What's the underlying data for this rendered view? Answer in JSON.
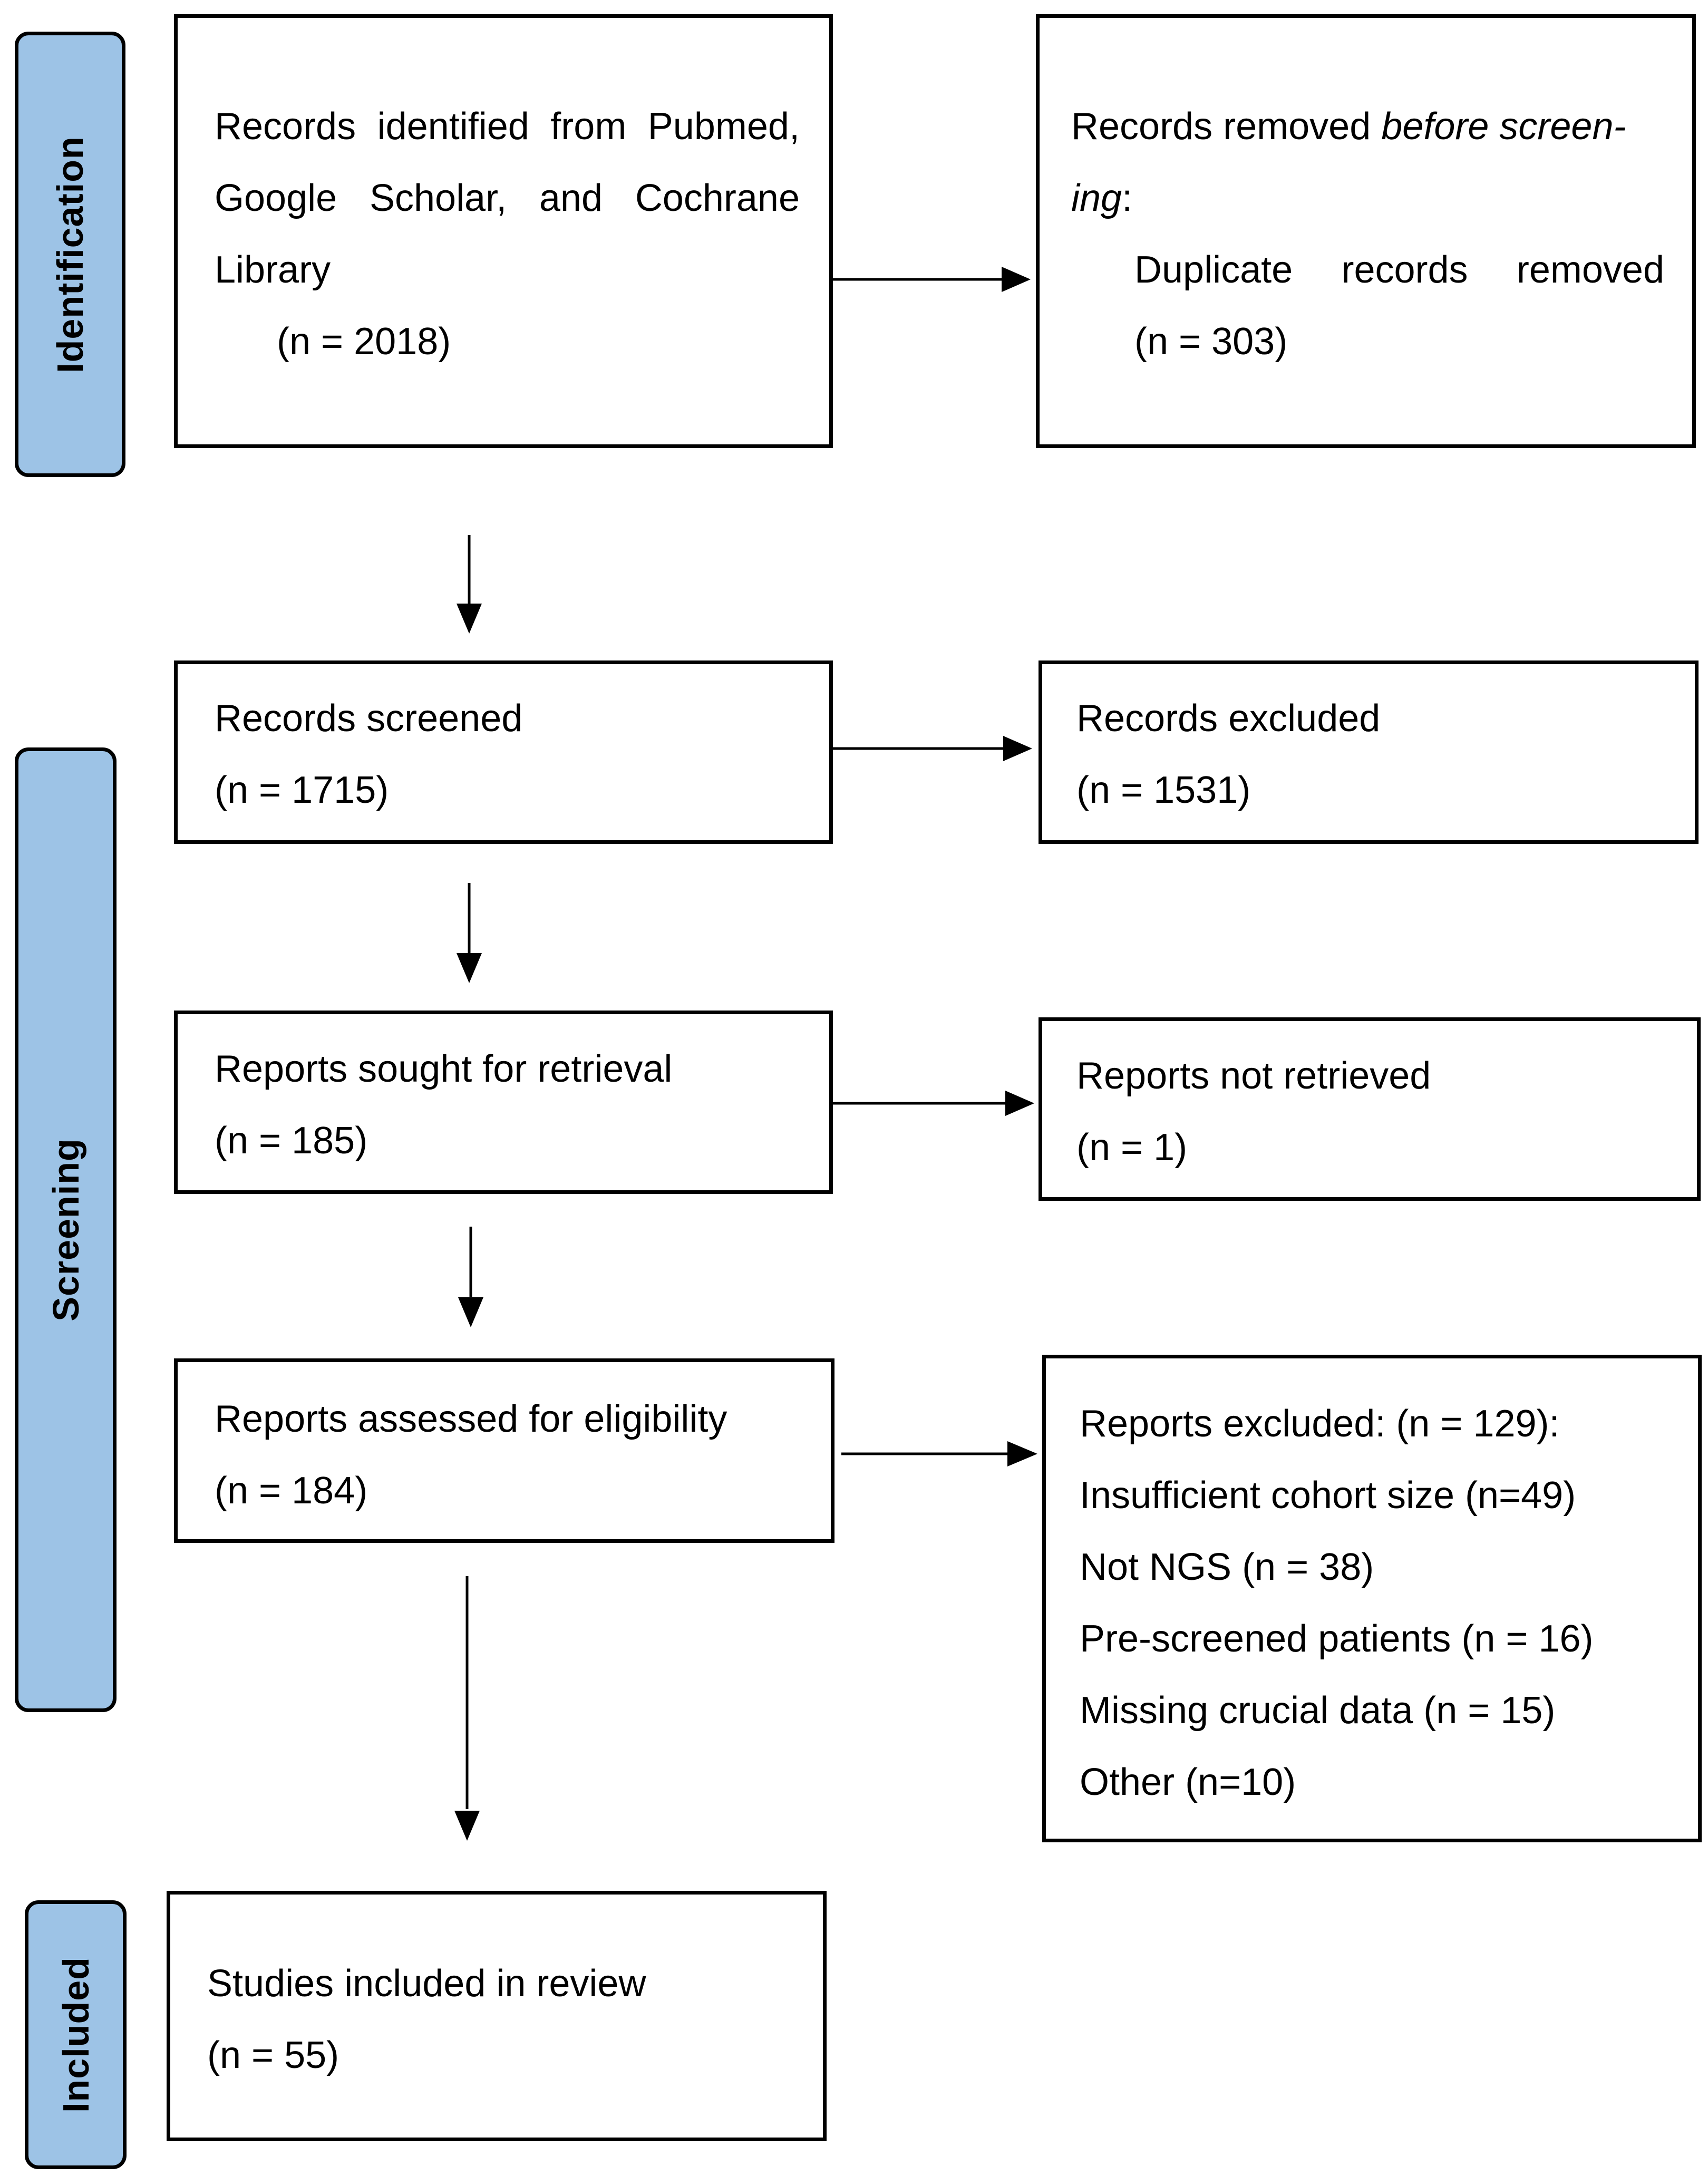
{
  "phases": {
    "identification": "Identification",
    "screening": "Screening",
    "included": "Included"
  },
  "boxes": {
    "records_identified": {
      "line1": [
        "Records",
        "identified",
        "from",
        "Pubmed,"
      ],
      "line2": [
        "Google",
        "Scholar,",
        "and",
        "Cochrane"
      ],
      "line3": "Library",
      "count": "(n = 2018)"
    },
    "records_removed": {
      "prefix": "Records removed ",
      "italic_a": "before screen-",
      "italic_b": "ing",
      "colon": ":",
      "detail_words": [
        "Duplicate",
        "records",
        "removed"
      ],
      "count": "(n = 303)"
    },
    "records_screened": {
      "label": "Records screened",
      "count": "(n = 1715)"
    },
    "records_excluded": {
      "label": "Records excluded",
      "count": "(n = 1531)"
    },
    "reports_sought": {
      "label": "Reports sought for retrieval",
      "count": "(n = 185)"
    },
    "reports_not_retrieved": {
      "label": "Reports not retrieved",
      "count": "(n = 1)"
    },
    "reports_assessed": {
      "label": "Reports assessed for eligibility",
      "count": "(n = 184)"
    },
    "reports_excluded": {
      "lines": [
        "Reports excluded: (n = 129):",
        "Insufficient cohort size (n=49)",
        "Not NGS (n = 38)",
        "Pre-screened patients (n = 16)",
        "Missing crucial data (n = 15)",
        "Other (n=10)"
      ]
    },
    "studies_included": {
      "label": "Studies included in review",
      "count": "(n = 55)"
    }
  },
  "colors": {
    "phase_fill": "#9DC3E6",
    "stroke": "#000000"
  }
}
